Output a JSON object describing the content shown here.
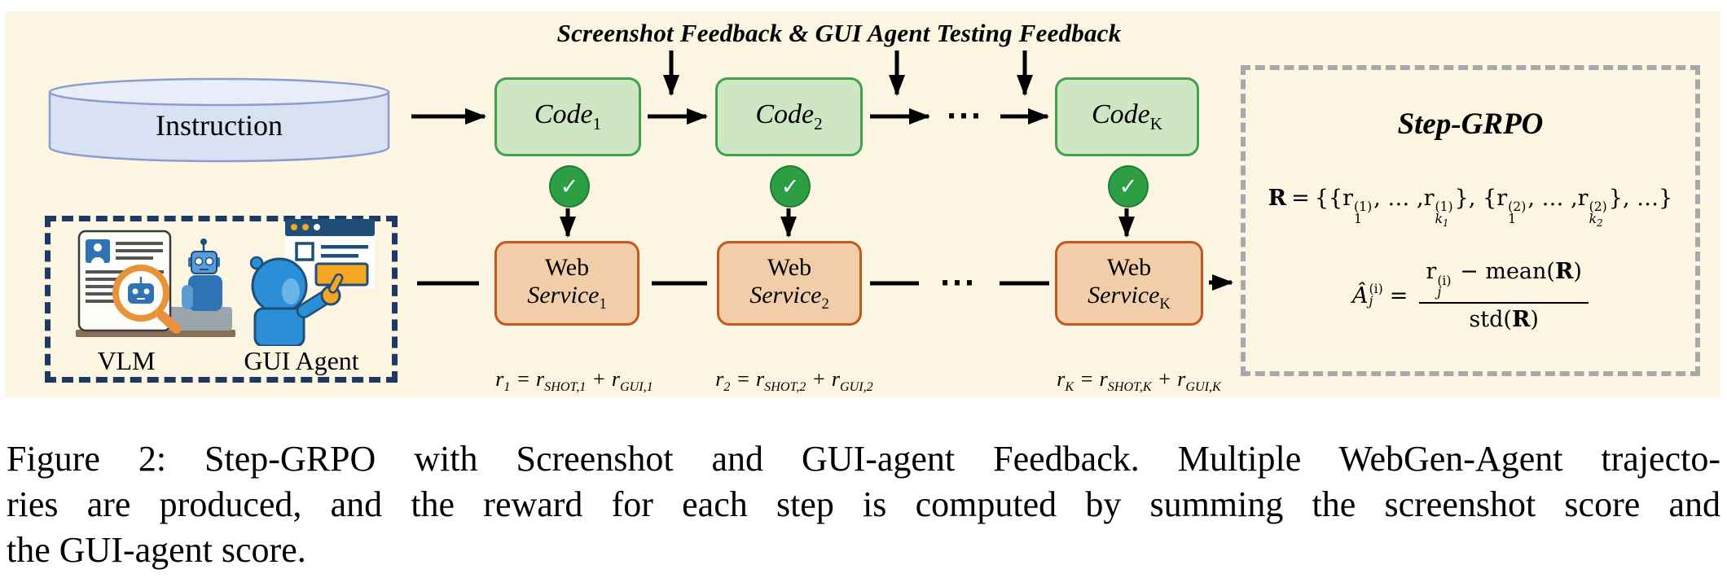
{
  "figure": {
    "banner": "Screenshot Feedback & GUI Agent Testing Feedback",
    "instruction": {
      "label": "Instruction"
    },
    "agents_box": {
      "vlm_label": "VLM",
      "gui_label": "GUI Agent"
    },
    "dots": "···",
    "check_icon": "✓",
    "code_boxes": [
      {
        "base": "Code",
        "sub": "1"
      },
      {
        "base": "Code",
        "sub": "2"
      },
      {
        "base": "Code",
        "sub": "K"
      }
    ],
    "web_boxes": [
      {
        "top": "Web",
        "base": "Service",
        "sub": "1"
      },
      {
        "top": "Web",
        "base": "Service",
        "sub": "2"
      },
      {
        "top": "Web",
        "base": "Service",
        "sub": "K"
      }
    ],
    "reward_formulas": [
      {
        "lhs": "r",
        "lhs_sub": "1",
        "eq": "=",
        "a": "r",
        "a_sub": "SHOT,1",
        "op": "+",
        "b": "r",
        "b_sub": "GUI,1"
      },
      {
        "lhs": "r",
        "lhs_sub": "2",
        "eq": "=",
        "a": "r",
        "a_sub": "SHOT,2",
        "op": "+",
        "b": "r",
        "b_sub": "GUI,2"
      },
      {
        "lhs": "r",
        "lhs_sub": "K",
        "eq": "=",
        "a": "r",
        "a_sub": "SHOT,K",
        "op": "+",
        "b": "r",
        "b_sub": "GUI,K"
      }
    ],
    "grpo": {
      "title": "Step-GRPO",
      "reward_set": {
        "R": "R",
        "eq": "=",
        "outer_open": "{",
        "g1_open": "{",
        "g1_r1": "r",
        "g1_r1_sup": "(1)",
        "g1_r1_sub": "1",
        "g1_mid": ", … ,",
        "g1_r2": "r",
        "g1_r2_sup": "(1)",
        "g1_r2_sub_base": "k",
        "g1_r2_sub_idx": "1",
        "g1_close": "},",
        "g2_open": "{",
        "g2_r1": "r",
        "g2_r1_sup": "(2)",
        "g2_r1_sub": "1",
        "g2_mid": ", … ,",
        "g2_r2": "r",
        "g2_r2_sup": "(2)",
        "g2_r2_sub_base": "k",
        "g2_r2_sub_idx": "2",
        "g2_close": "},",
        "tail": "…}"
      },
      "advantage": {
        "lhs": "Â",
        "lhs_sup": "(i)",
        "lhs_sub": "j",
        "eq": "=",
        "num_r": "r",
        "num_sup": "(i)",
        "num_sub": "j",
        "num_minus": "− mean(",
        "num_R": "R",
        "num_close": ")",
        "den_fn": "std(",
        "den_R": "R",
        "den_close": ")"
      }
    }
  },
  "caption": {
    "line1": "Figure 2: Step-GRPO with Screenshot and GUI-agent Feedback. Multiple WebGen-Agent trajecto-",
    "line2": "ries are produced, and the reward for each step is computed by summing the screenshot score and",
    "line3": "the GUI-agent score."
  },
  "colors": {
    "panel_bg": "#fcf5e1",
    "code_fill": "#cfe6c3",
    "code_border": "#3fa24a",
    "web_fill": "#f2cdaa",
    "web_border": "#c2571a",
    "check_green": "#2e9e44",
    "cylinder_fill": "#d9e2f3",
    "cylinder_border": "#8b9dd0",
    "navy_dash": "#1f3864",
    "gray_dash": "#a8a8a8",
    "accent_orange": "#f5a623"
  }
}
